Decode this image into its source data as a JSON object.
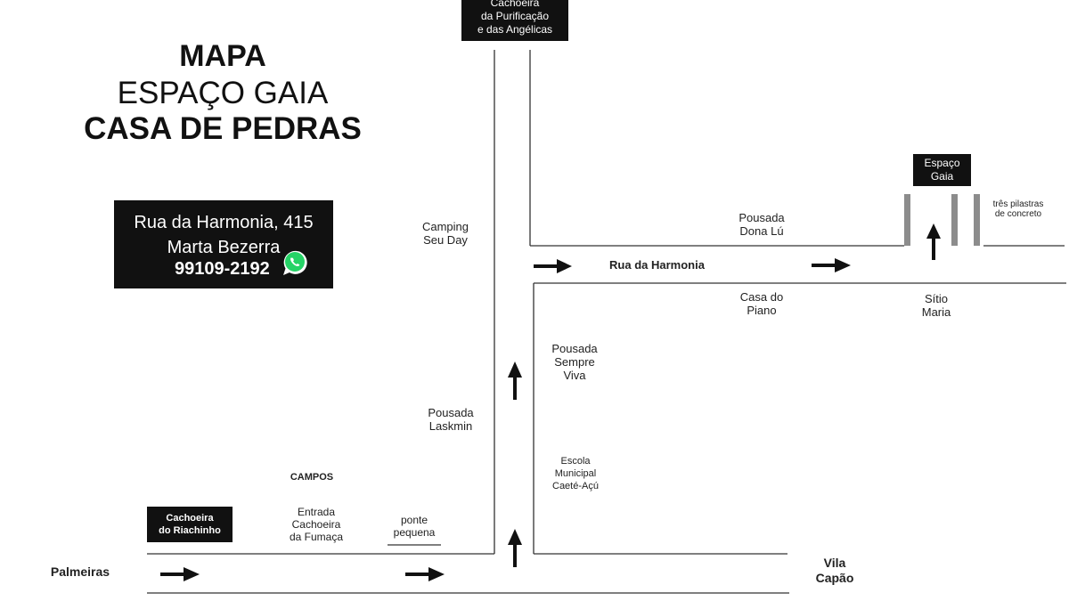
{
  "title": {
    "line1": "MAPA",
    "line2": "ESPAÇO GAIA",
    "line3": "CASA DE PEDRAS"
  },
  "contact": {
    "address": "Rua da Harmonia, 415",
    "name": "Marta Bezerra",
    "phone": "99109-2192",
    "icon": "whatsapp-icon",
    "whatsapp_color": "#25D366"
  },
  "places": {
    "cachoeira_purificacao": [
      "Cachoeira",
      "da Purificação",
      "e das Angélicas"
    ],
    "espaco_gaia": [
      "Espaço",
      "Gaia"
    ],
    "cachoeira_riachinho": [
      "Cachoeira",
      "do Riachinho"
    ],
    "pilastras": [
      "três pilastras",
      "de concreto"
    ],
    "camping": [
      "Camping",
      "Seu Day"
    ],
    "pousada_dona_lu": [
      "Pousada",
      "Dona Lú"
    ],
    "rua_harmonia": "Rua da Harmonia",
    "casa_piano": [
      "Casa do",
      "Piano"
    ],
    "sitio_maria": [
      "Sítio",
      "Maria"
    ],
    "pousada_sempre_viva": [
      "Pousada",
      "Sempre",
      "Viva"
    ],
    "pousada_laskmin": [
      "Pousada",
      "Laskmin"
    ],
    "escola": [
      "Escola",
      "Municipal",
      "Caeté-Açú"
    ],
    "campos": "CAMPOS",
    "entrada_fumaca": [
      "Entrada",
      "Cachoeira",
      "da Fumaça"
    ],
    "ponte": [
      "ponte",
      "pequena"
    ],
    "palmeiras": "Palmeiras",
    "vila_capao": [
      "Vila",
      "Capão"
    ]
  },
  "colors": {
    "background": "#ffffff",
    "box": "#111111",
    "road": "#333333",
    "pillar": "#8c8c8c"
  }
}
